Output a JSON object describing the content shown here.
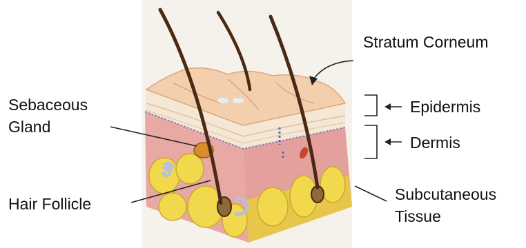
{
  "labels": {
    "stratum_corneum": "Stratum Corneum",
    "sebaceous_gland": [
      "Sebaceous",
      "Gland"
    ],
    "epidermis": "Epidermis",
    "dermis": "Dermis",
    "hair_follicle": "Hair Follicle",
    "subcutaneous_tissue": [
      "Subcutaneous",
      "Tissue"
    ]
  },
  "colors": {
    "skin_surface": "#f3cfae",
    "epidermis_band": "#f6e7d4",
    "dermis": "#e6a3a0",
    "fat": "#f0d23e",
    "hair": "#4a2a12",
    "annotation": "#222222"
  }
}
